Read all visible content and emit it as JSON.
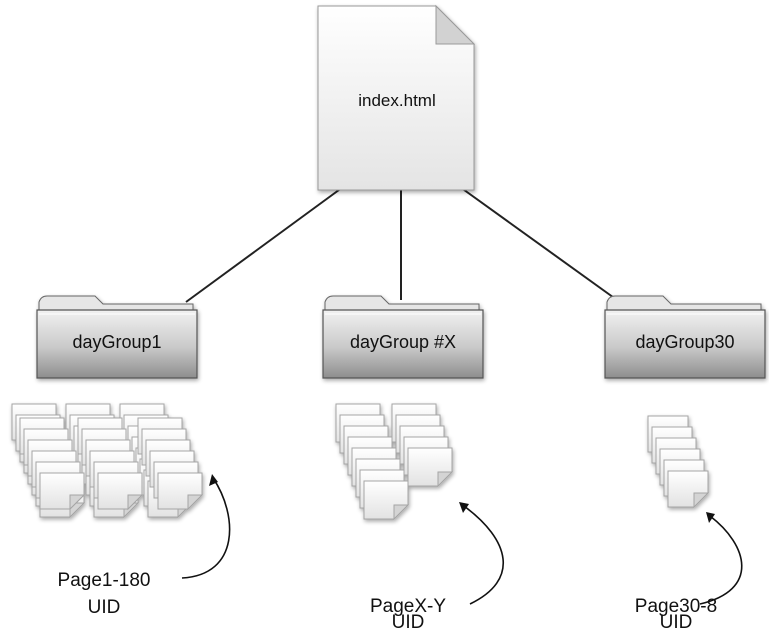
{
  "root_file": {
    "label": "index.html",
    "icon": "document-icon"
  },
  "folders": [
    {
      "label": "dayGroup1",
      "icon": "folder-icon"
    },
    {
      "label": "dayGroup #X",
      "icon": "folder-icon"
    },
    {
      "label": "dayGroup30",
      "icon": "folder-icon"
    }
  ],
  "page_groups": [
    {
      "line1": "Page1-180",
      "line2": "UID",
      "icon": "page-stack-icon"
    },
    {
      "line1": "PageX-Y",
      "line2": "UID",
      "icon": "page-stack-icon"
    },
    {
      "line1": "Page30-8",
      "line2": "UID",
      "icon": "page-stack-icon"
    }
  ]
}
